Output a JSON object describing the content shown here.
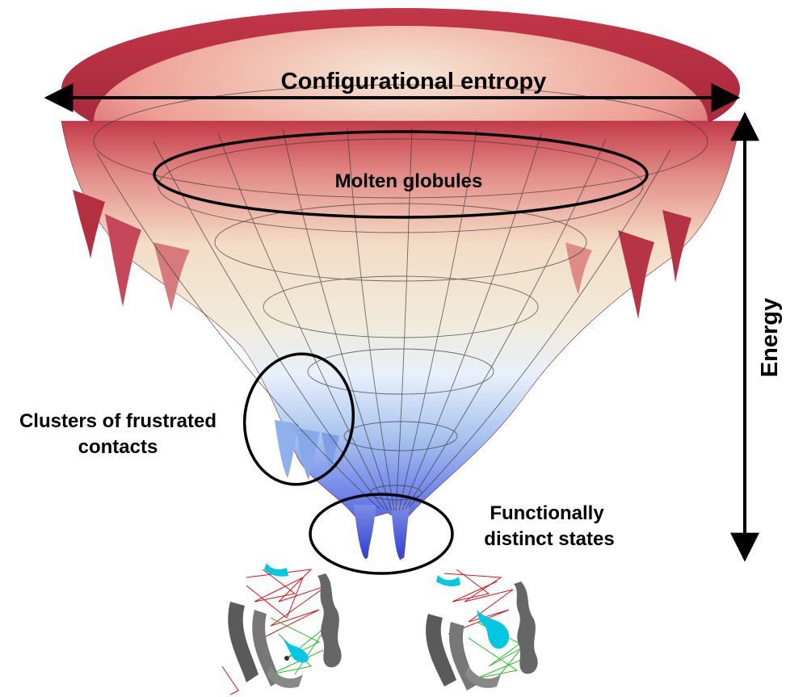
{
  "labels": {
    "entropy_axis": "Configurational entropy",
    "energy_axis": "Energy",
    "molten_globules": "Molten globules",
    "frustrated_line1": "Clusters of frustrated",
    "frustrated_line2": "contacts",
    "functional_line1": "Functionally",
    "functional_line2": "distinct states"
  },
  "colors": {
    "rim": "#c33a4a",
    "rim_dark": "#8e1f30",
    "mid": "#f3e3cf",
    "cool": "#c8dcf3",
    "bottom": "#3f4fd9",
    "annotation": "#000000",
    "helix": "#00c8e0",
    "strand": "#5a5a5a",
    "frustration_red": "#e0101a",
    "frustration_green": "#20c020"
  },
  "structures": [
    {
      "name": "left-structure"
    },
    {
      "name": "right-structure"
    }
  ]
}
